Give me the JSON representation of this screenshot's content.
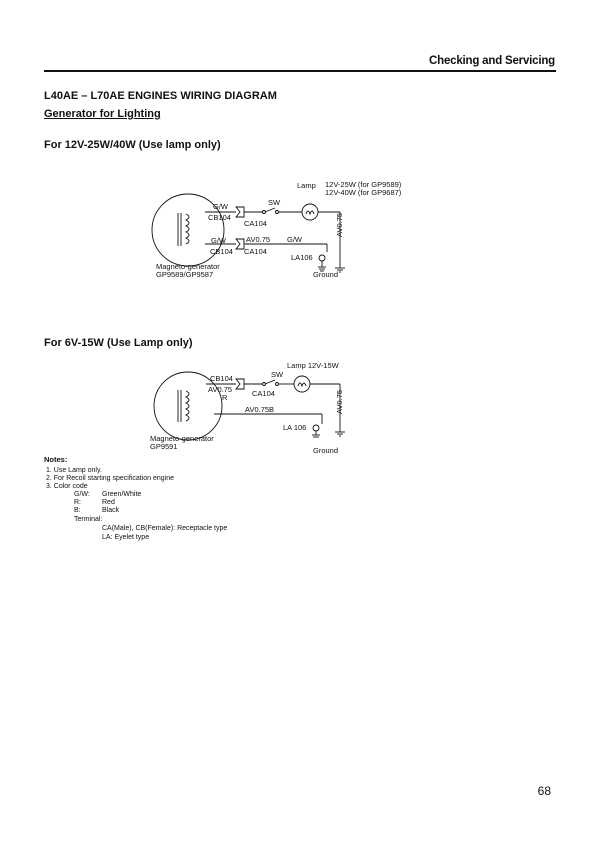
{
  "header": {
    "section": "Checking and Servicing"
  },
  "title": "L40AE – L70AE ENGINES WIRING DIAGRAM",
  "subtitle": "Generator for Lighting",
  "diagram1": {
    "heading": "For 12V-25W/40W (Use lamp only)",
    "lamp_label": "Lamp",
    "lamp_spec1": "12V-25W (for GP9589)",
    "lamp_spec2": "12V-40W (for GP9687)",
    "sw": "SW",
    "gw_top": "G/W",
    "cb104_top": "CB104",
    "ca104_top": "CA104",
    "gw_bottom": "G/W",
    "av075_a": "AV0.75",
    "gw_b2": "G/W",
    "cb104_bottom": "CB104",
    "ca104_bottom": "CA104",
    "la106": "LA106",
    "av075_vert": "AV0.75",
    "magneto": "Magneto-generator",
    "model": "GP9589/GP9587",
    "ground": "Ground"
  },
  "diagram2": {
    "heading": "For 6V-15W (Use Lamp only)",
    "lamp_label": "Lamp 12V-15W",
    "sw": "SW",
    "cb104": "CB104",
    "av075": "AV0.75",
    "r": "R",
    "ca104": "CA104",
    "av075b": "AV0.75B",
    "la106": "LA 106",
    "av075_vert": "AV0.75",
    "magneto": "Magneto-generator",
    "model": "GP9591",
    "ground": "Ground"
  },
  "notes": {
    "title": "Notes:",
    "items": [
      "1.  Use Lamp only.",
      "2.  For Recoil starting specification engine",
      "3.  Color code"
    ],
    "color_codes": [
      {
        "code": "G/W:",
        "meaning": "Green/White"
      },
      {
        "code": "R:",
        "meaning": "Red"
      },
      {
        "code": "B:",
        "meaning": "Black"
      }
    ],
    "terminal_label": "Terminal:",
    "terminal_lines": [
      "CA(Male), CB(Female): Receptacle type",
      "LA: Eyelet type"
    ]
  },
  "page_number": "68"
}
